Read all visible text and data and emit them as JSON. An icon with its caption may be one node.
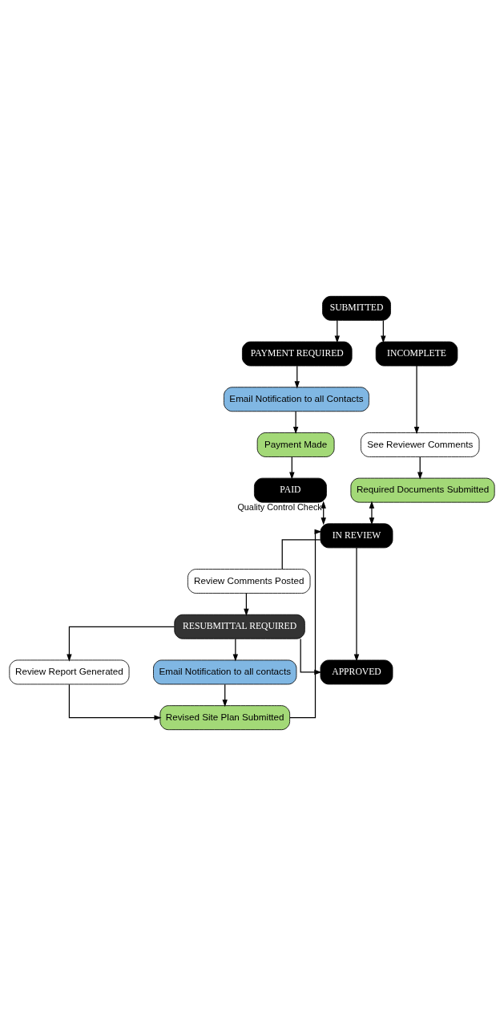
{
  "diagram": {
    "nodes": [
      {
        "text": [
          "SUBMITTED"
        ]
      },
      {
        "text": [
          "PAYMENT REQUIRED"
        ]
      },
      {
        "text": [
          "INCOMPLETE"
        ]
      },
      {
        "text": [
          "Email Notification to all Contacts"
        ]
      },
      {
        "text": [
          "See Reviewer Comments"
        ]
      },
      {
        "text": [
          "Payment Made"
        ]
      },
      {
        "text": [
          "PAID"
        ]
      },
      {
        "text": [
          "Required Documents Submitted"
        ]
      },
      {
        "text": [
          "IN REVIEW"
        ]
      },
      {
        "text": [
          "Review Comments Posted"
        ]
      },
      {
        "text": [
          "RESUBMITTAL REQUIRED"
        ]
      },
      {
        "text": [
          "Review Report Generated"
        ]
      },
      {
        "text": [
          "Email Notification to all contacts"
        ]
      },
      {
        "text": [
          "Revised Site Plan Submitted"
        ]
      },
      {
        "text": [
          "APPROVED"
        ]
      }
    ],
    "edges": [
      {
        "from": 0,
        "to": 1,
        "arrow": "to"
      },
      {
        "from": 0,
        "to": 2,
        "arrow": "to"
      },
      {
        "from": 1,
        "to": 3,
        "arrow": "to"
      },
      {
        "from": 2,
        "to": 4,
        "arrow": "to"
      },
      {
        "from": 3,
        "to": 5,
        "arrow": "to"
      },
      {
        "from": 5,
        "to": 6,
        "arrow": "to"
      },
      {
        "from": 4,
        "to": 7,
        "arrow": "to"
      },
      {
        "from": 6,
        "to": 8,
        "arrow": "both",
        "label": "Quality Control Check"
      },
      {
        "from": 7,
        "to": 8,
        "arrow": "both"
      },
      {
        "from": 8,
        "to": 9,
        "arrow": "none"
      },
      {
        "from": 9,
        "to": 10,
        "arrow": "to"
      },
      {
        "from": 8,
        "to": 14,
        "arrow": "to"
      },
      {
        "from": 10,
        "to": 11,
        "arrow": "to"
      },
      {
        "from": 10,
        "to": 12,
        "arrow": "to"
      },
      {
        "from": 10,
        "to": 14,
        "arrow": "to"
      },
      {
        "from": 11,
        "to": 13,
        "arrow": "to"
      },
      {
        "from": 12,
        "to": 13,
        "arrow": "to"
      },
      {
        "from": 13,
        "to": 8,
        "arrow": "to"
      }
    ]
  }
}
